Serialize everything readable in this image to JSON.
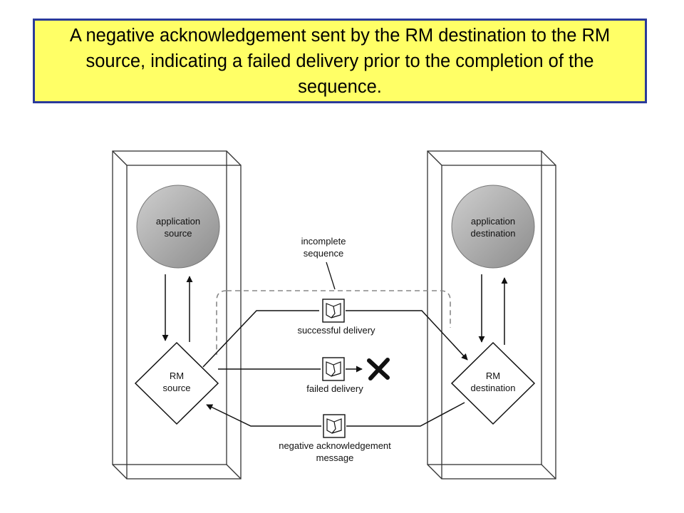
{
  "title": "A negative acknowledgement sent by the RM destination to the RM source, indicating a failed delivery prior to the completion of the sequence.",
  "diagram": {
    "app_source": [
      "application",
      "source"
    ],
    "app_destination": [
      "application",
      "destination"
    ],
    "rm_source": [
      "RM",
      "source"
    ],
    "rm_destination": [
      "RM",
      "destination"
    ],
    "incomplete_sequence": [
      "incomplete",
      "sequence"
    ],
    "successful_delivery": "successful delivery",
    "failed_delivery": "failed delivery",
    "negative_ack": [
      "negative acknowledgement",
      "message"
    ]
  },
  "colors": {
    "title_bg": "#ffff66",
    "title_border": "#2a3a9a",
    "circle_fill": "#a8a8a8"
  }
}
